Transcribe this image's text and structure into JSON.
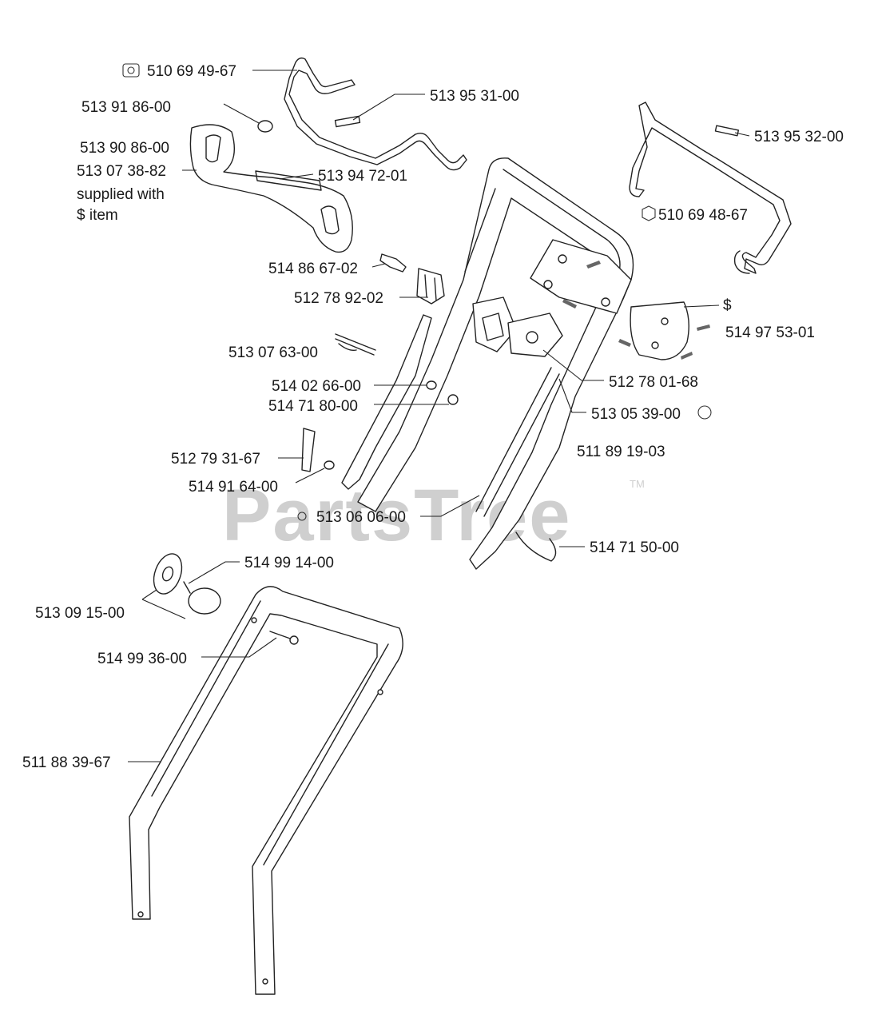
{
  "watermark": {
    "text": "PartsTree",
    "trademark": "TM"
  },
  "labels": {
    "p510694967": "510 69 49-67",
    "p513953100": "513 95 31-00",
    "p513918600": "513 91 86-00",
    "p513908600": "513 90 86-00",
    "p513073882": "513 07 38-82",
    "supplied_with": "supplied with",
    "item_note": "$ item",
    "p513947201": "513 94 72-01",
    "p513953200": "513 95 32-00",
    "p510694867": "510 69 48-67",
    "p514866702": "514 86 67-02",
    "p512789202": "512 78 92-02",
    "dollar": "$",
    "p514975301": "514 97 53-01",
    "p513076300": "513 07 63-00",
    "p512780168": "512 78 01-68",
    "p514026600": "514 02 66-00",
    "p514718000": "514 71 80-00",
    "p513053900": "513 05 39-00",
    "p511891903": "511 89 19-03",
    "p512793167": "512 79 31-67",
    "p514916400": "514 91 64-00",
    "p513060600": "513 06 06-00",
    "p514715000": "514 71 50-00",
    "p514991400": "514 99 14-00",
    "p513091500": "513 09 15-00",
    "p514993600": "514 99 36-00",
    "p511883967": "511 88 39-67"
  }
}
